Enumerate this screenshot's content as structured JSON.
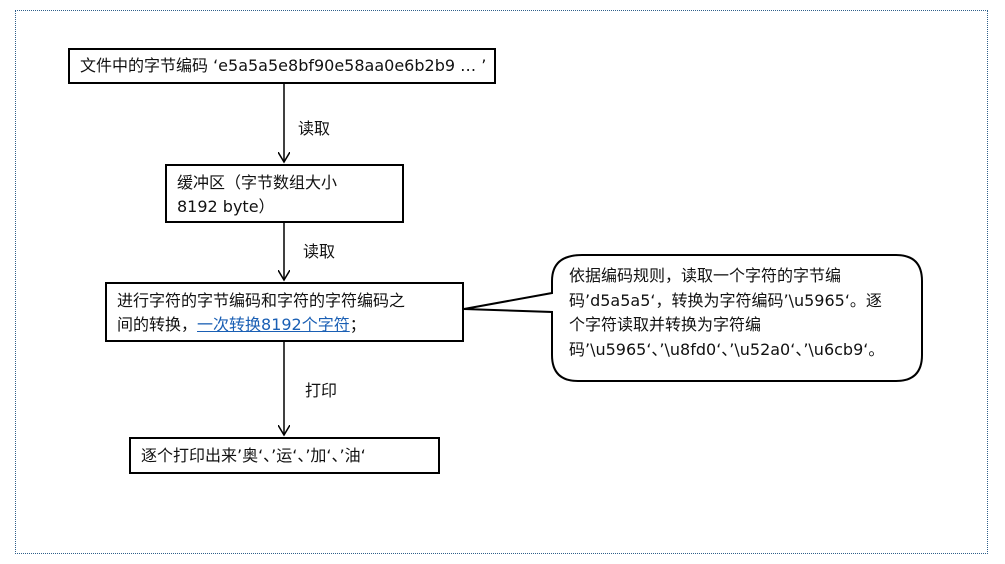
{
  "nodes": {
    "file_bytes": {
      "text": "文件中的字节编码 ‘e5a5a5e8bf90e58aa0e6b2b9 … ’"
    },
    "buffer": {
      "line1": "缓冲区（字节数组大小",
      "line2": "8192 byte）"
    },
    "convert": {
      "line1": "进行字符的字节编码和字符的字符编码之",
      "line2_prefix": "间的转换，",
      "line2_link": "一次转换8192个字符",
      "line2_suffix": "；"
    },
    "print": {
      "text": "逐个打印出来’奥‘、’运‘、’加‘、’油‘"
    }
  },
  "edges": {
    "read1": "读取",
    "read2": "读取",
    "print": "打印"
  },
  "callout": {
    "lines": [
      "依据编码规则，读取一个字符的字节编",
      "码’d5a5a5‘，转换为字符编码’\\u5965‘。逐",
      "个字符读取并转换为字符编",
      "码’\\u5965‘、’\\u8fd0‘、’\\u52a0‘、’\\u6cb9‘。"
    ]
  },
  "colors": {
    "frame_border": "#2f5f8a",
    "link": "#1a5fb4",
    "stroke": "#000000"
  }
}
